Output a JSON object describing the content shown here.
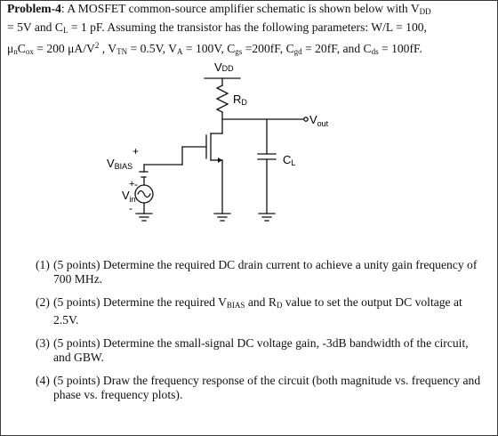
{
  "problem": {
    "label": "Problem-4",
    "line1": ": A MOSFET common-source amplifier schematic is shown below with V",
    "line1_sub": "DD",
    "line2": "= 5V and C",
    "line2_sub": "L",
    "line2_rest": " = 1 pF.   Assuming the transistor has the following parameters: W/L = 100,",
    "line3_a": "μ",
    "line3_a_sub": "n",
    "line3_b": "C",
    "line3_b_sub": "ox",
    "line3_c": " = 200 μA/V",
    "line3_c_sup": "2",
    "line3_d": " , V",
    "line3_d_sub": "TN",
    "line3_e": " = 0.5V, V",
    "line3_e_sub": "A",
    "line3_f": " = 100V, C",
    "line3_f_sub": "gs",
    "line3_g": " =200fF, C",
    "line3_g_sub": "gd",
    "line3_h": " = 20fF, and C",
    "line3_h_sub": "ds",
    "line3_i": " = 100fF."
  },
  "schematic": {
    "vdd_main": "V",
    "vdd_sub": "DD",
    "rd_main": "R",
    "rd_sub": "D",
    "vout_main": "V",
    "vout_sub": "out",
    "cl_main": "C",
    "cl_sub": "L",
    "vbias_main": "V",
    "vbias_sub": "BIAS",
    "vin_main": "V",
    "vin_sub": "in",
    "plus_sign": "+",
    "minus_sign": "-"
  },
  "questions": [
    {
      "num": "(1)",
      "text": "(5 points) Determine the required DC drain current to achieve a unity gain frequency of 700 MHz."
    },
    {
      "num": "(2)",
      "text_a": "(5 points) Determine the required V",
      "sub_a": "BIAS",
      "text_b": " and R",
      "sub_b": "D",
      "text_c": " value to set the output DC voltage at 2.5V."
    },
    {
      "num": "(3)",
      "text": "(5 points) Determine the small-signal DC voltage gain, -3dB bandwidth of the circuit, and GBW."
    },
    {
      "num": "(4)",
      "text": "(5 points) Draw the frequency response of the circuit (both magnitude vs. frequency and phase vs. frequency plots)."
    }
  ]
}
